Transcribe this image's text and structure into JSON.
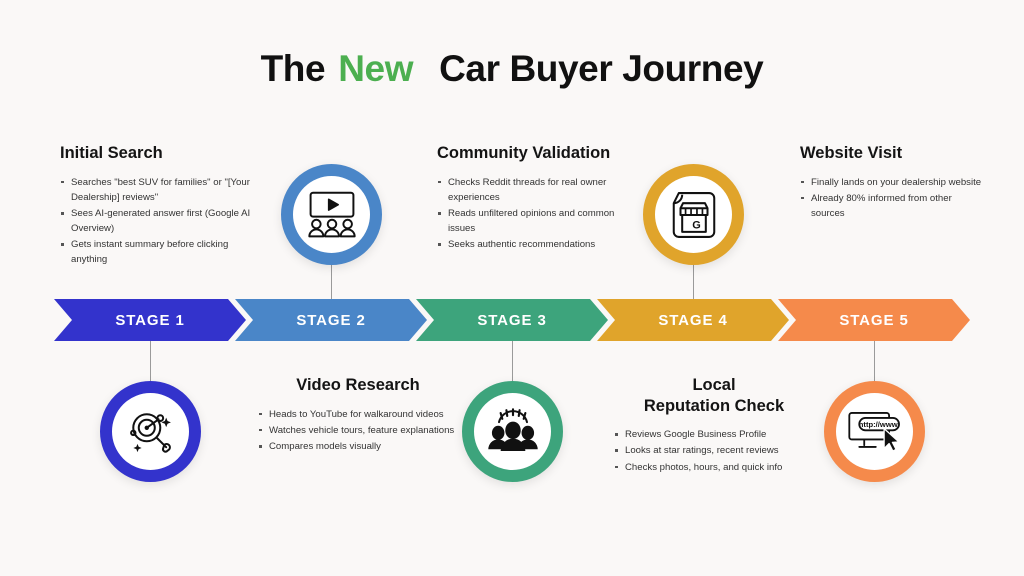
{
  "title": {
    "part1": "The",
    "accent": "New",
    "part2": "Car Buyer Journey",
    "accent_color": "#4caf50"
  },
  "banner": {
    "stages": [
      {
        "label": "STAGE 1",
        "color": "#3333cc"
      },
      {
        "label": "STAGE 2",
        "color": "#4a86c8"
      },
      {
        "label": "STAGE 3",
        "color": "#3da47c"
      },
      {
        "label": "STAGE 4",
        "color": "#e0a42b"
      },
      {
        "label": "STAGE 5",
        "color": "#f58a4b"
      }
    ]
  },
  "stages": [
    {
      "heading": "Initial Search",
      "position": "top",
      "ring_color": "#3333cc",
      "icon": "target-magnifier-icon",
      "bullets": [
        "Searches \"best SUV for families\" or \"[Your Dealership] reviews\"",
        "Sees AI-generated answer first (Google AI Overview)",
        "Gets instant summary before clicking anything"
      ]
    },
    {
      "heading": "Video Research",
      "position": "bottom",
      "ring_color": "#4a86c8",
      "icon": "video-audience-icon",
      "bullets": [
        "Heads to YouTube for walkaround videos",
        "Watches vehicle tours, feature explanations",
        "Compares models visually"
      ]
    },
    {
      "heading": "Community Validation",
      "position": "top",
      "ring_color": "#3da47c",
      "icon": "community-group-icon",
      "bullets": [
        "Checks Reddit threads for real owner experiences",
        "Reads unfiltered opinions and common issues",
        "Seeks authentic recommendations"
      ]
    },
    {
      "heading": "Local\nReputation Check",
      "heading_line1": "Local",
      "heading_line2": "Reputation Check",
      "position": "bottom",
      "ring_color": "#e0a42b",
      "icon": "google-business-storefront-icon",
      "icon_letter": "G",
      "bullets": [
        "Reviews Google Business Profile",
        "Looks at star ratings, recent reviews",
        "Checks photos, hours, and quick info"
      ]
    },
    {
      "heading": "Website Visit",
      "position": "top",
      "ring_color": "#f58a4b",
      "icon": "website-monitor-cursor-icon",
      "icon_text": "http://www.",
      "bullets": [
        "Finally lands on your dealership website",
        "Already 80% informed from other sources"
      ]
    }
  ]
}
